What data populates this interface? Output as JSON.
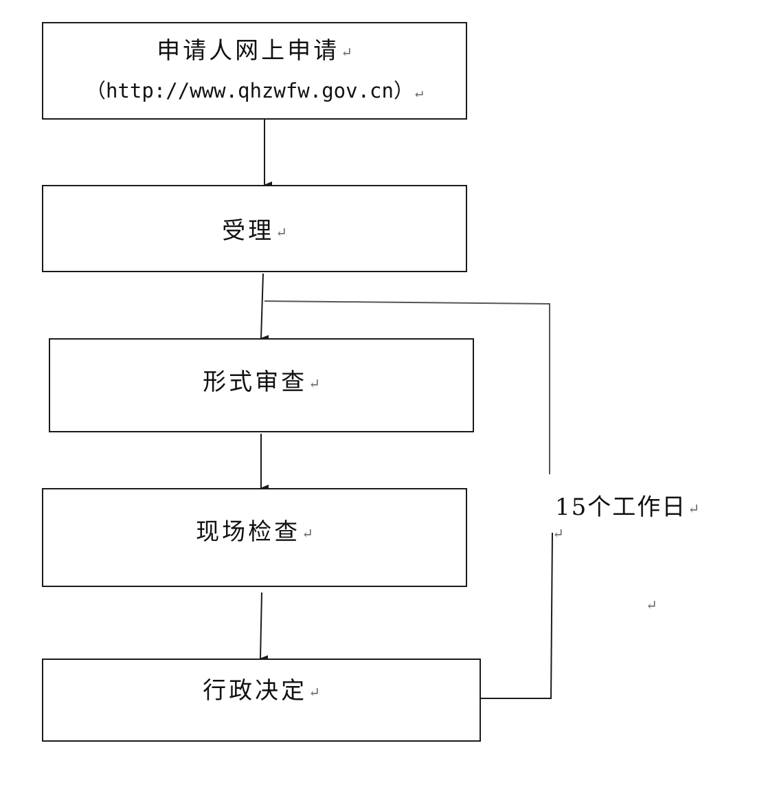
{
  "diagram": {
    "steps": [
      {
        "label": "申请人网上申请",
        "url": "（http://www.qhzwfw.gov.cn）"
      },
      {
        "label": "受理"
      },
      {
        "label": "形式审查"
      },
      {
        "label": "现场检查"
      },
      {
        "label": "行政决定"
      }
    ],
    "duration_label": "15个工作日",
    "paragraph_mark": "↵"
  }
}
